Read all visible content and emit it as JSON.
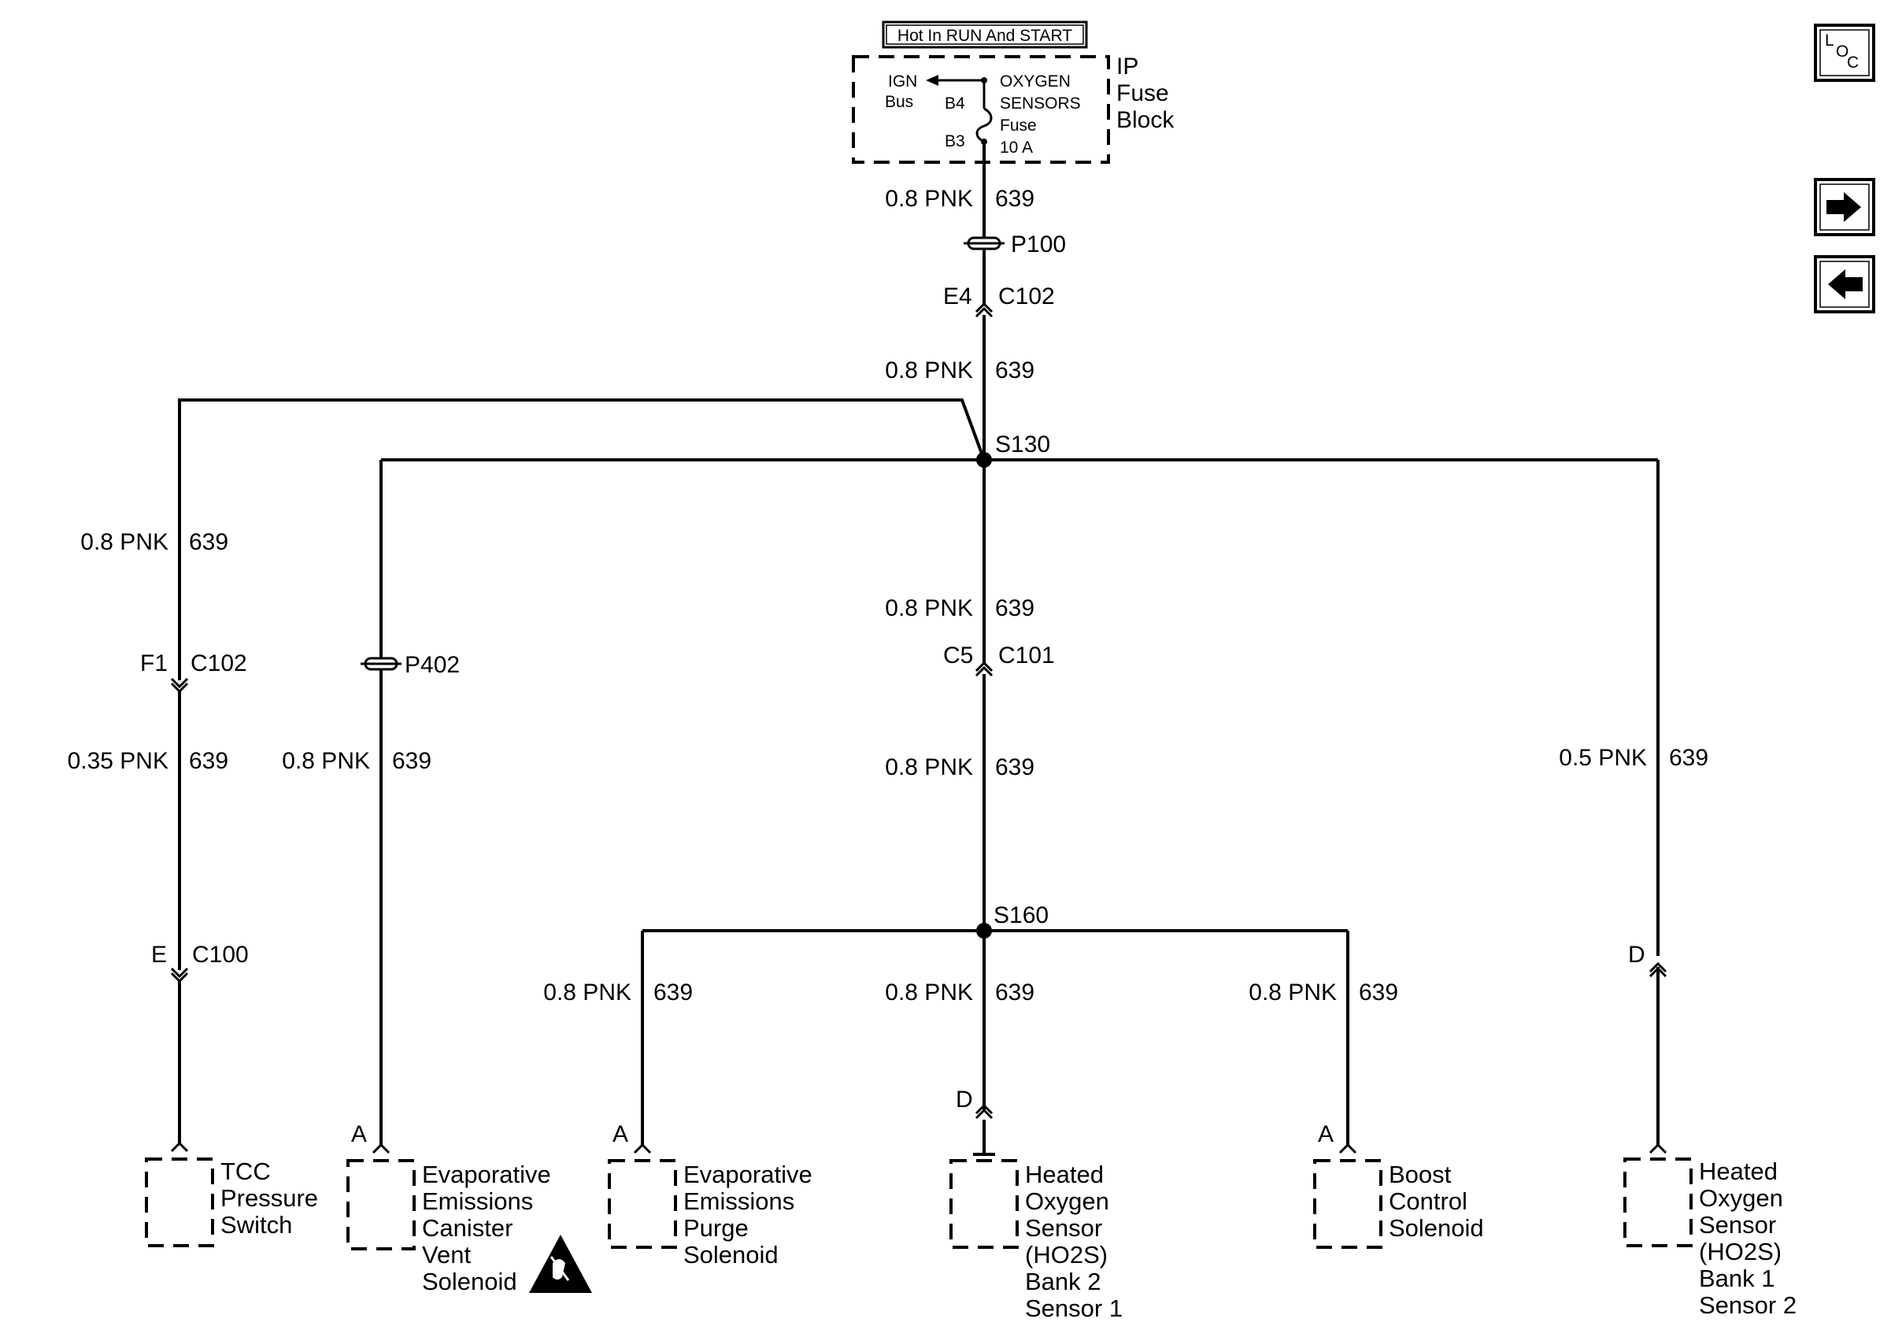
{
  "fuse_block": {
    "hot_label": "Hot In RUN And START",
    "title_lines": [
      "IP",
      "Fuse",
      "Block"
    ],
    "ign_lines": [
      "IGN",
      "Bus"
    ],
    "pin_top": "B4",
    "pin_bottom": "B3",
    "fuse_lines": [
      "OXYGEN",
      "SENSORS",
      "Fuse",
      "10 A"
    ]
  },
  "wires": {
    "top_1": {
      "gauge": "0.8 PNK",
      "circuit": "639"
    },
    "top_2": {
      "gauge": "0.8 PNK",
      "circuit": "639"
    },
    "center_1": {
      "gauge": "0.8 PNK",
      "circuit": "639"
    },
    "center_2": {
      "gauge": "0.8 PNK",
      "circuit": "639"
    },
    "tcc_1": {
      "gauge": "0.8 PNK",
      "circuit": "639"
    },
    "tcc_2": {
      "gauge": "0.35 PNK",
      "circuit": "639"
    },
    "vent": {
      "gauge": "0.8 PNK",
      "circuit": "639"
    },
    "ho2s_b1": {
      "gauge": "0.5 PNK",
      "circuit": "639"
    },
    "purge": {
      "gauge": "0.8 PNK",
      "circuit": "639"
    },
    "ho2s_b2": {
      "gauge": "0.8 PNK",
      "circuit": "639"
    },
    "boost": {
      "gauge": "0.8 PNK",
      "circuit": "639"
    }
  },
  "connectors": {
    "p100": "P100",
    "c102_top": {
      "pin": "E4",
      "name": "C102"
    },
    "c101": {
      "pin": "C5",
      "name": "C101"
    },
    "c102_left": {
      "pin": "F1",
      "name": "C102"
    },
    "p402": "P402",
    "c100": {
      "pin": "E",
      "name": "C100"
    },
    "ho2s_b1_top": {
      "pin": "D"
    }
  },
  "splices": {
    "s130": "S130",
    "s160": "S160"
  },
  "components": {
    "tcc": {
      "pin": "",
      "lines": [
        "TCC",
        "Pressure",
        "Switch"
      ]
    },
    "vent": {
      "pin": "A",
      "lines": [
        "Evaporative",
        "Emissions",
        "Canister",
        "Vent",
        "Solenoid"
      ]
    },
    "purge": {
      "pin": "A",
      "lines": [
        "Evaporative",
        "Emissions",
        "Purge",
        "Solenoid"
      ]
    },
    "ho2s_b2": {
      "pin": "D",
      "lines": [
        "Heated",
        "Oxygen",
        "Sensor",
        "(HO2S)",
        "Bank 2",
        "Sensor 1"
      ]
    },
    "boost": {
      "pin": "A",
      "lines": [
        "Boost",
        "Control",
        "Solenoid"
      ]
    },
    "ho2s_b1": {
      "pin": "",
      "lines": [
        "Heated",
        "Oxygen",
        "Sensor",
        "(HO2S)",
        "Bank 1",
        "Sensor 2"
      ]
    }
  },
  "nav": {
    "loc_label": [
      "L",
      "O",
      "C"
    ],
    "next_icon": "right-arrow-icon",
    "prev_icon": "left-arrow-icon"
  },
  "icons": {
    "esd": "esd-warning-icon"
  }
}
